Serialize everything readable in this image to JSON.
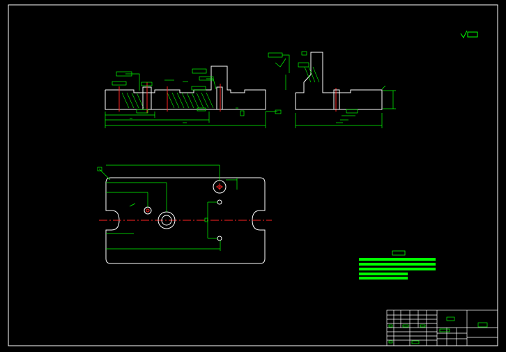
{
  "colors": {
    "background": "#000000",
    "outline": "#ffffff",
    "dimension": "#00ff00",
    "centerline": "#ff2020"
  },
  "drawing": {
    "views": [
      "front-section-view",
      "side-view",
      "top-view"
    ],
    "roughness_symbol": "surface-roughness-icon",
    "notes_block": "technical-requirements",
    "title_block": "title-block"
  }
}
